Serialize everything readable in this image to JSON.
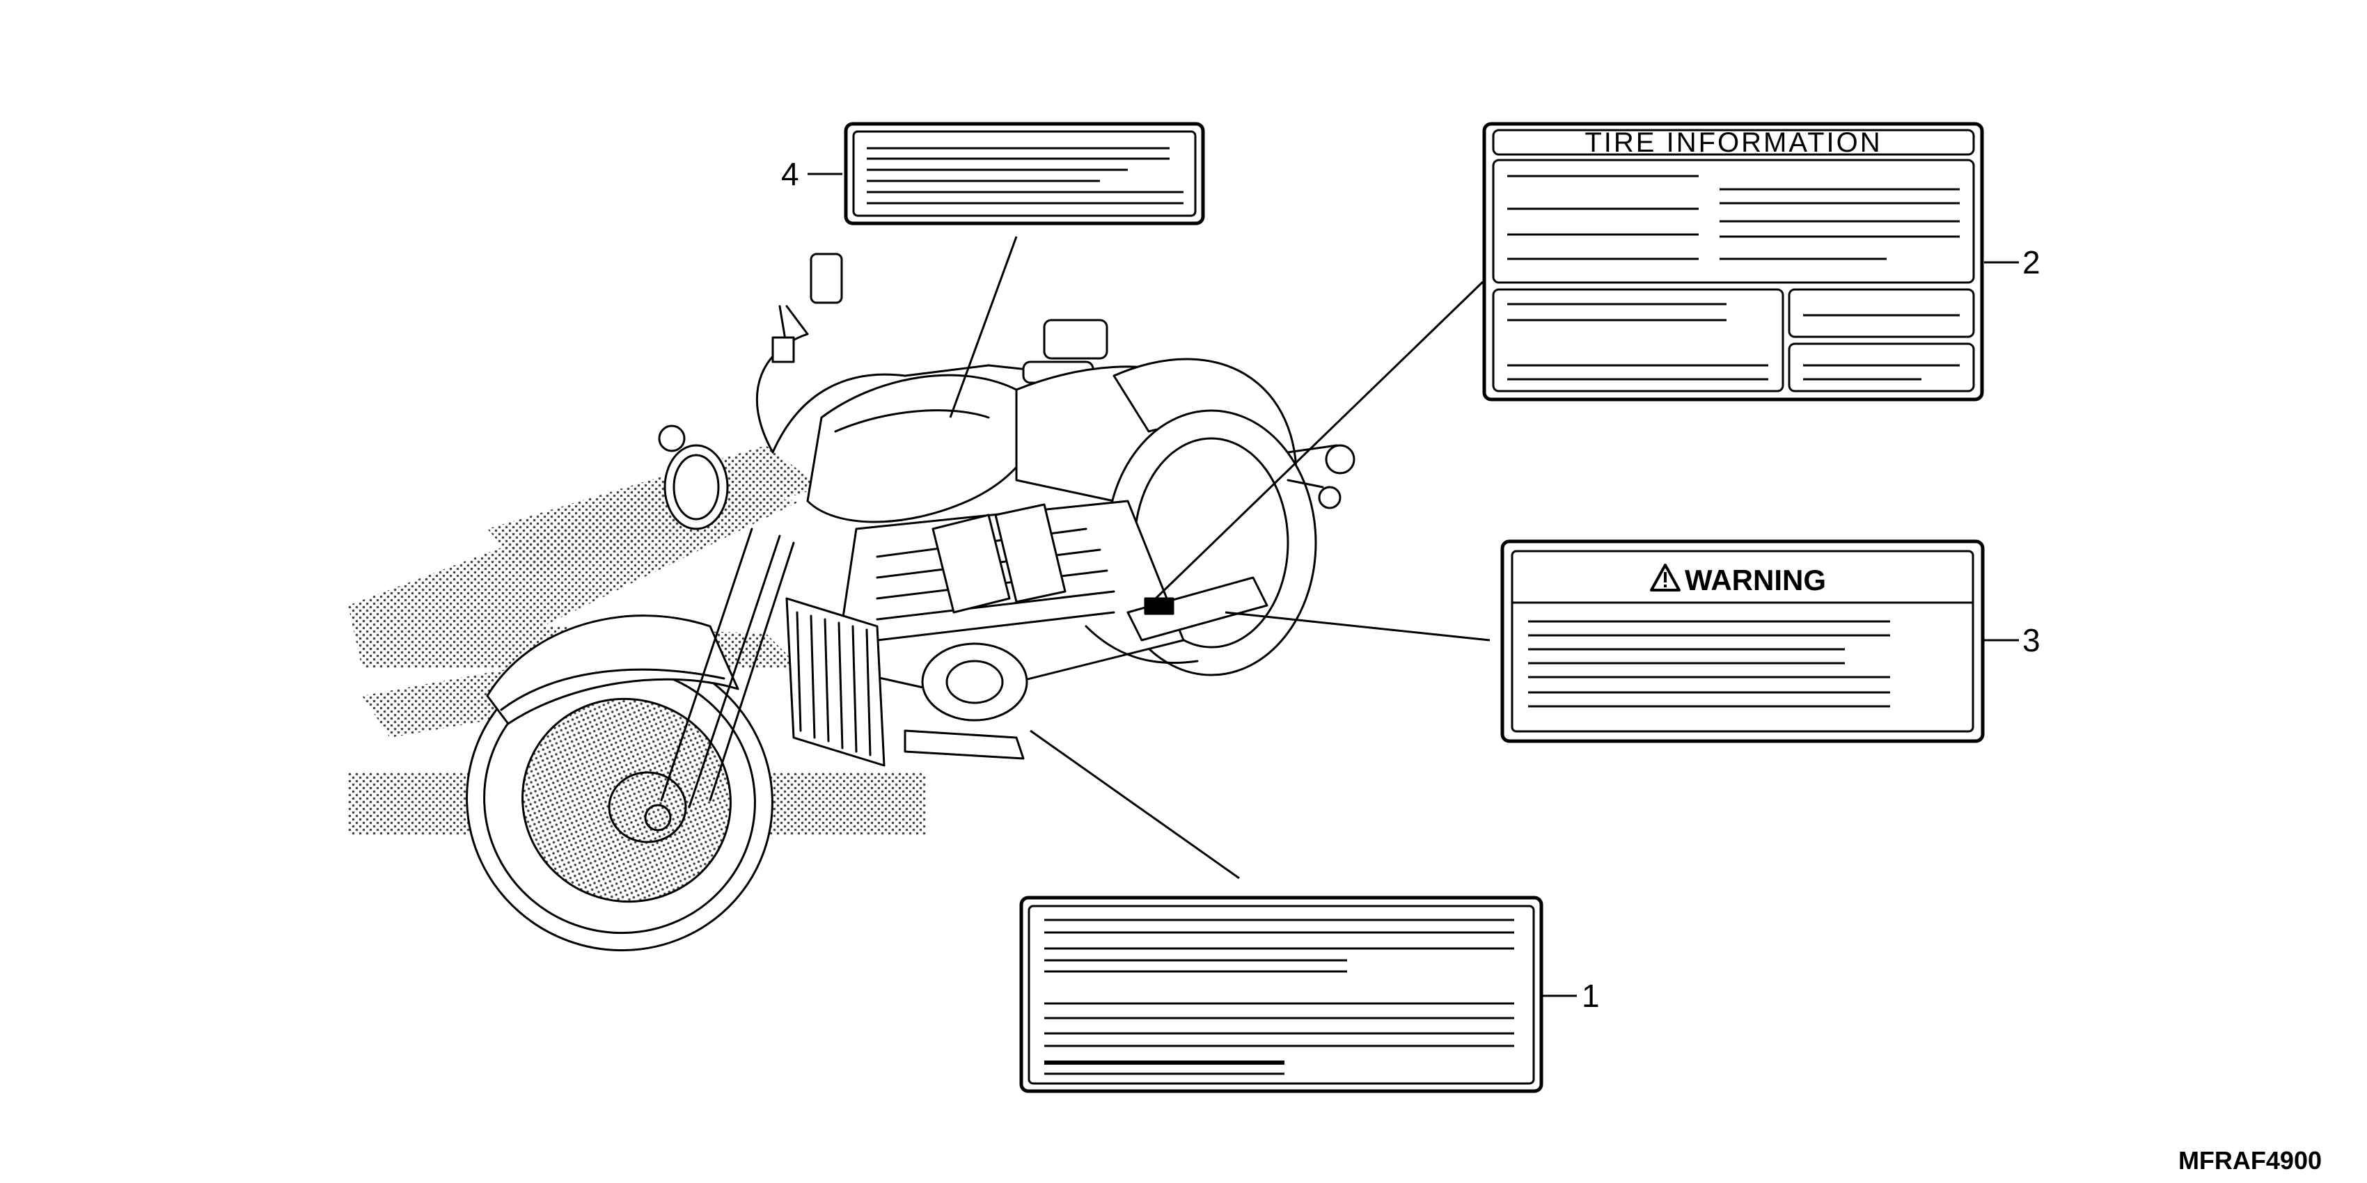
{
  "callouts": {
    "one": "1",
    "two": "2",
    "three": "3",
    "four": "4"
  },
  "tire_label": {
    "title": "TIRE INFORMATION"
  },
  "warning_label": {
    "title": "WARNING",
    "icon": "warning-triangle-icon"
  },
  "diagram_code": "MFRAF4900"
}
